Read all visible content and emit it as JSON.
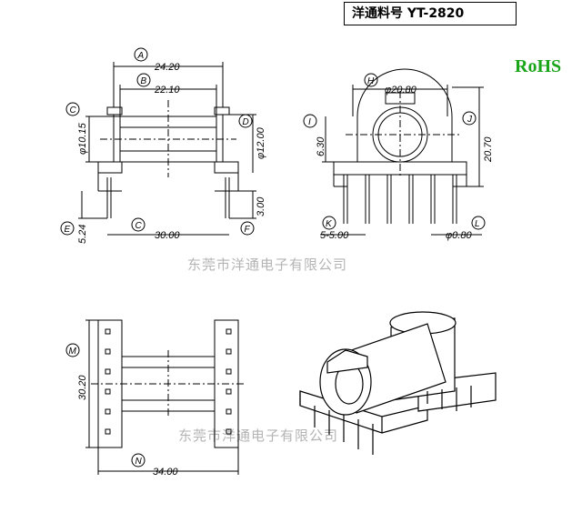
{
  "header": {
    "title": "洋通料号 YT-2820"
  },
  "badge": {
    "rohs": "RoHS"
  },
  "watermark": {
    "text": "东莞市洋通电子有限公司"
  },
  "dimensions": {
    "A": "A",
    "B": "B",
    "C": "C",
    "D": "D",
    "E": "E",
    "F": "F",
    "G": "C",
    "H": "H",
    "I": "I",
    "J": "J",
    "K": "K",
    "L": "L",
    "M": "M",
    "N": "N",
    "width_outer": "24.20",
    "width_inner": "22.10",
    "dia_core": "φ10.15",
    "dia_flange": "φ12.00",
    "pin_len": "5.24",
    "pin_pitch_span": "30.00",
    "base_h": "3.00",
    "dia_top": "φ20.80",
    "h_top": "6.30",
    "h_total": "20.70",
    "pin_pitch": "5-5.00",
    "pin_dia": "φ0.80",
    "side_h": "30.20",
    "side_w": "34.00"
  }
}
